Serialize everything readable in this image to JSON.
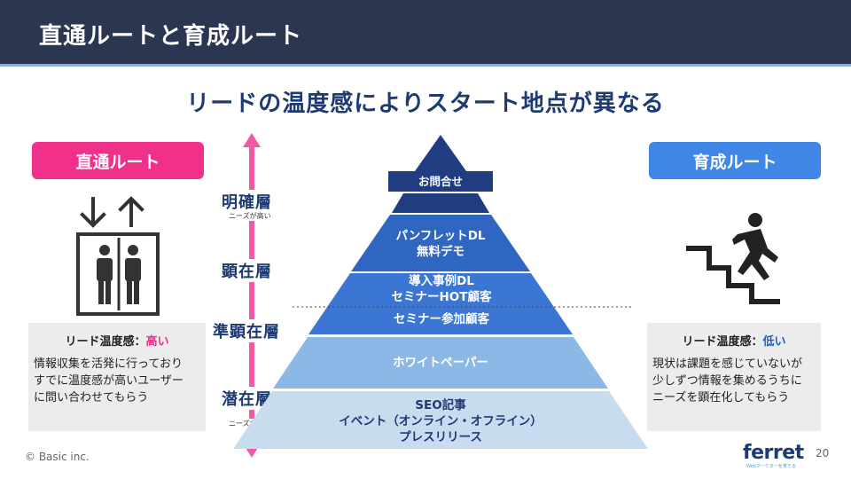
{
  "header": {
    "title": "直通ルートと育成ルート"
  },
  "subtitle": "リードの温度感によりスタート地点が異なる",
  "left": {
    "route_label": "直通ルート",
    "temp_label": "リード温度感：",
    "temp_value": "高い",
    "description": [
      "情報収集を活発に行っており",
      "すでに温度感が高いユーザー",
      "に問い合わせてもらう"
    ]
  },
  "right": {
    "route_label": "育成ルート",
    "temp_label": "リード温度感：",
    "temp_value": "低い",
    "description": [
      "現状は課題を感じていないが",
      "少しずつ情報を集めるうちに",
      "ニーズを顕在化してもらう"
    ]
  },
  "layers": {
    "l1": "明確層",
    "l1_note": "ニーズが高い",
    "l2": "顕在層",
    "l3": "準顕在層",
    "l4": "潜在層",
    "l4_note": "ニーズが低い"
  },
  "pyramid": {
    "t1": "お問合せ",
    "t2a": "パンフレットDL",
    "t2b": "無料デモ",
    "t3a": "導入事例DL",
    "t3b": "セミナーHOT顧客",
    "t3c": "セミナー参加顧客",
    "t4": "ホワイトペーパー",
    "t5a": "SEO記事",
    "t5b": "イベント（オンライン・オフライン）",
    "t5c": "プレスリリース"
  },
  "footer": {
    "copyright": "© Basic inc.",
    "logo": "ferret",
    "logo_sub": "Webマーケターを育てる",
    "page": "20"
  },
  "colors": {
    "header": "#2b3650",
    "pink": "#f0308a",
    "blue": "#3f86e6",
    "navy": "#1e3a72"
  }
}
